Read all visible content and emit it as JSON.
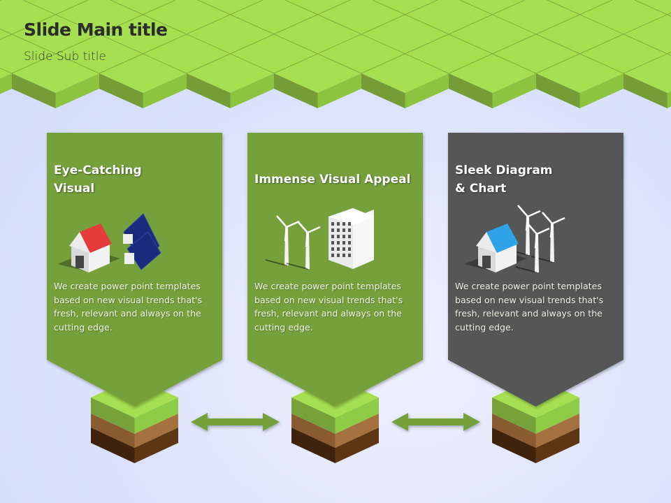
{
  "slide": {
    "title": "Slide Main title",
    "subtitle": "Slide Sub title"
  },
  "colors": {
    "tile_top": "#a6e050",
    "tile_left": "#759c36",
    "tile_right": "#8cc43f",
    "card_green": "#76a03a",
    "card_gray": "#575757",
    "soil_brown": "#9a6a3a",
    "soil_dark": "#4a2a10"
  },
  "cards": [
    {
      "title": "Eye-Catching Visual",
      "icon": "house-solar-panels-icon",
      "body": "We create power point templates based on new visual trends that's fresh, relevant and always on the cutting edge."
    },
    {
      "title": "Immense Visual Appeal",
      "icon": "wind-turbines-building-icon",
      "body": "We create power point templates based on new visual trends that's fresh, relevant and always on the cutting edge."
    },
    {
      "title": "Sleek Diagram & Chart",
      "icon": "house-wind-turbines-icon",
      "body": "We create power point templates based on new visual trends that's fresh, relevant and always on the cutting edge."
    }
  ],
  "connectors": [
    "double-arrow-icon",
    "double-arrow-icon"
  ]
}
